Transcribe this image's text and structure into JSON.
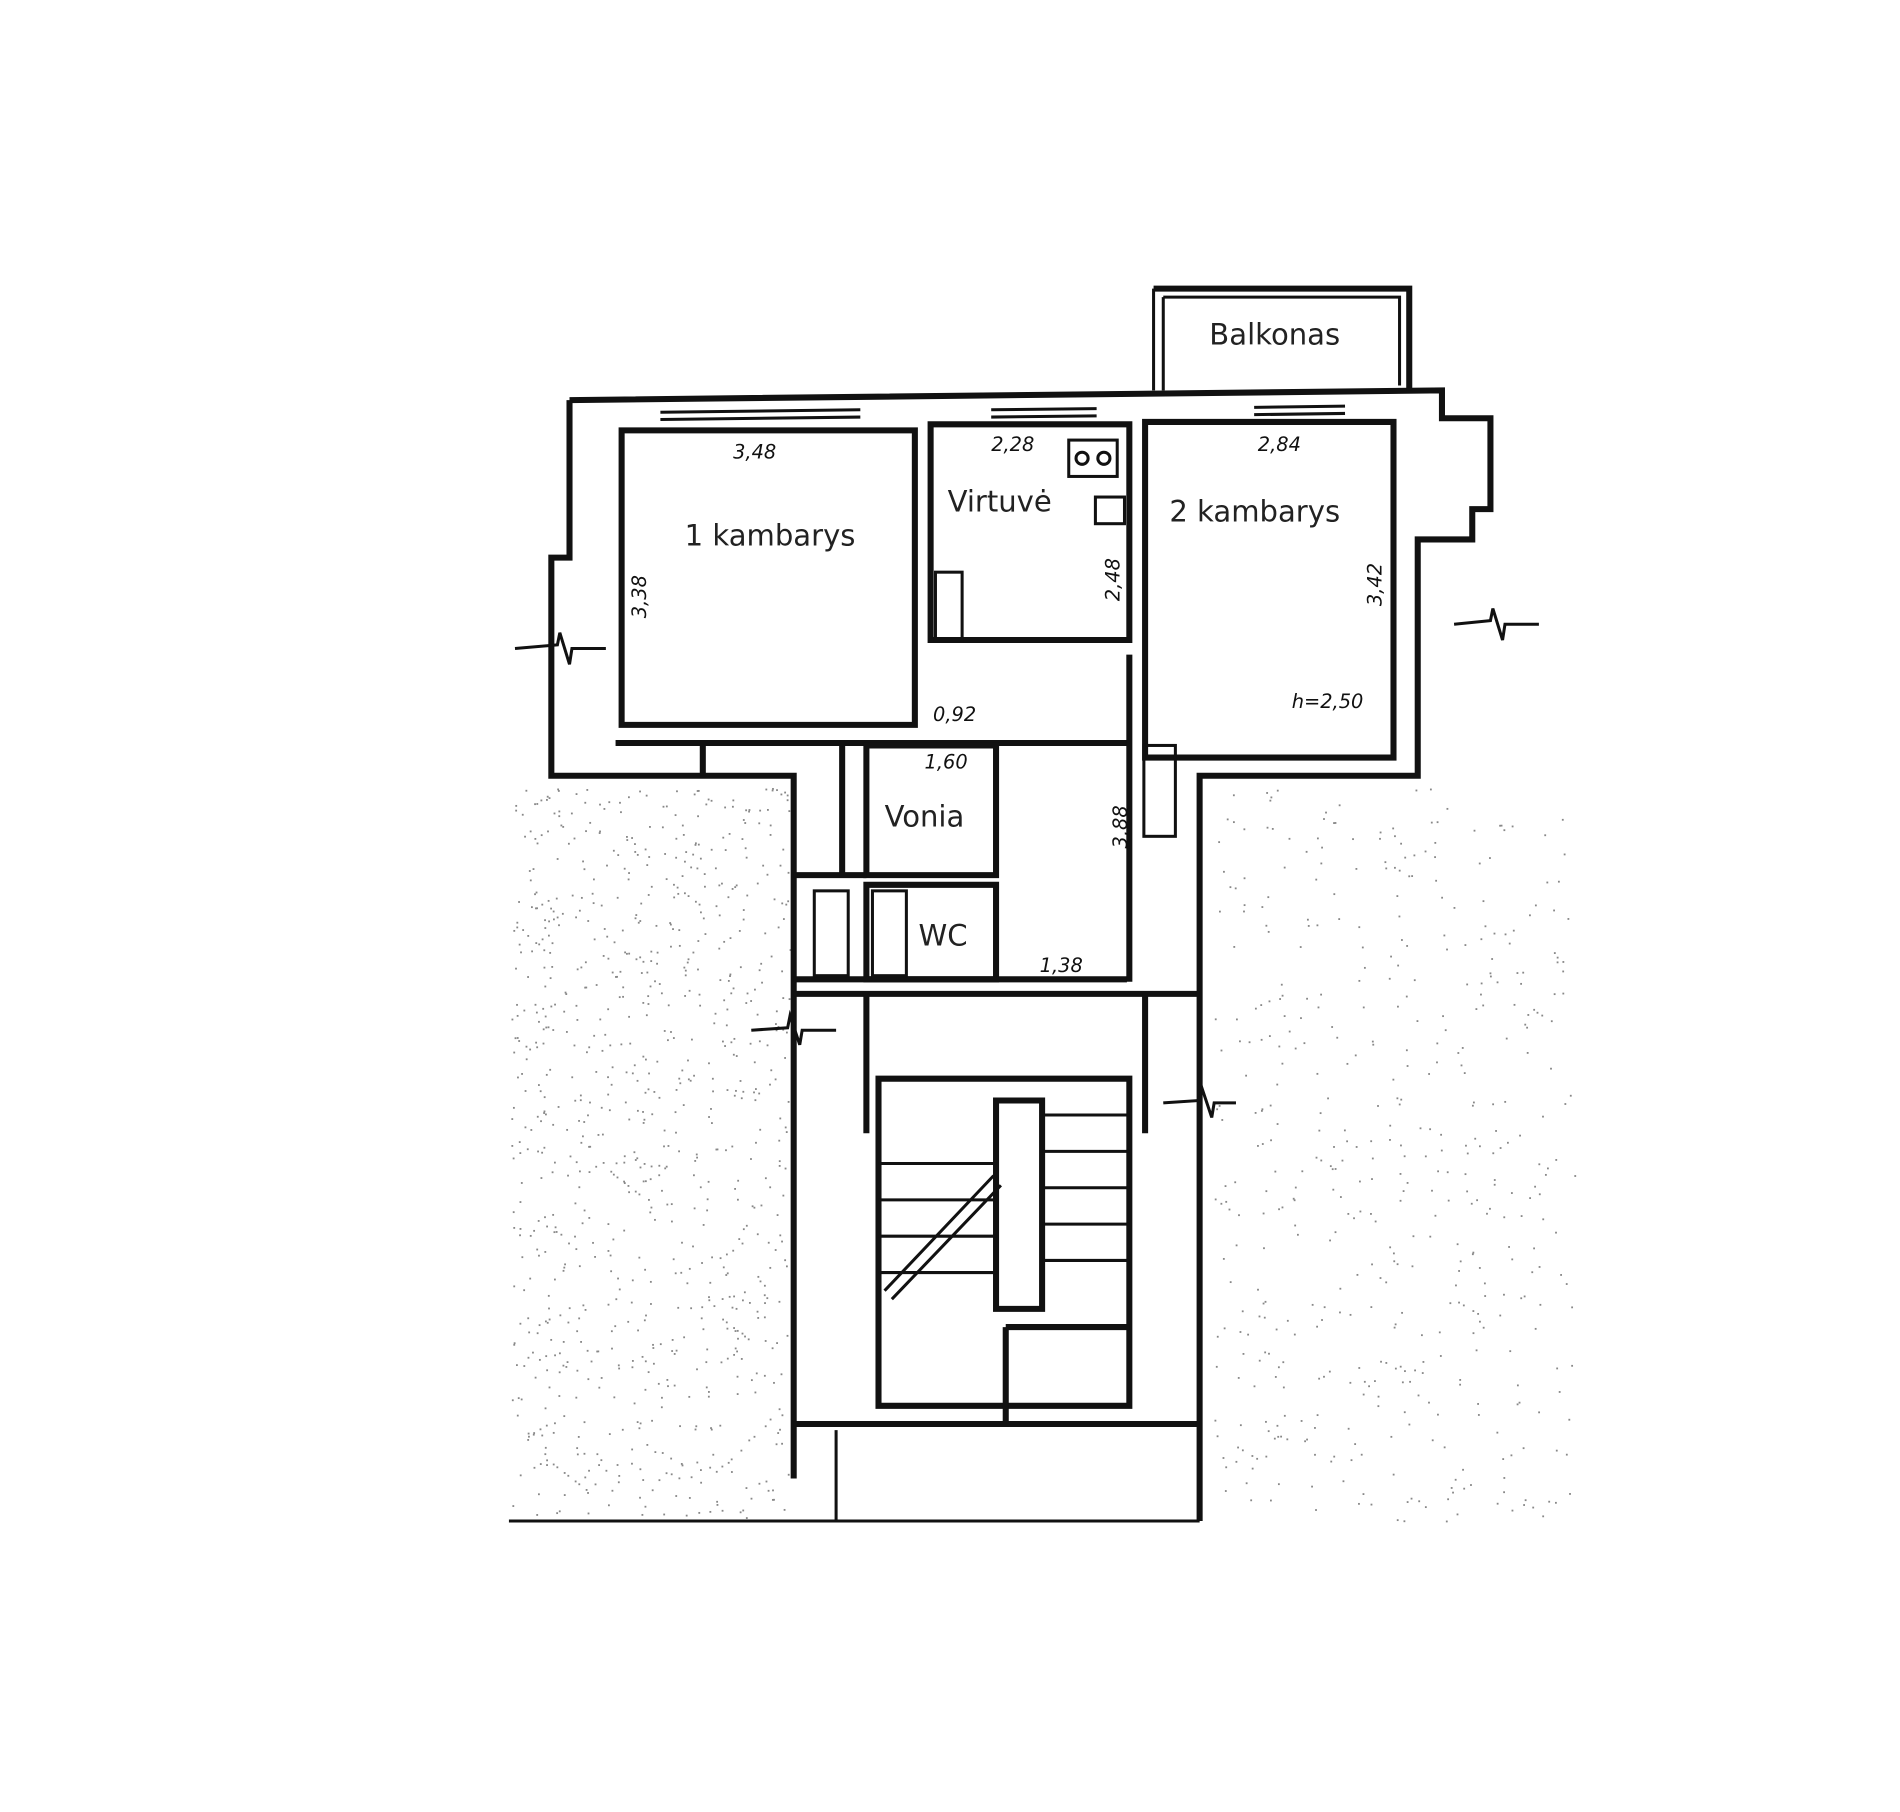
{
  "rooms": {
    "balcony": "Balkonas",
    "room1": "1 kambarys",
    "kitchen": "Virtuvė",
    "room2": "2 kambarys",
    "bath": "Vonia",
    "wc": "WC"
  },
  "dimensions": {
    "room1_width": "3,48",
    "room1_depth": "3,38",
    "kitchen_width": "2,28",
    "kitchen_depth": "2,48",
    "room2_width": "2,84",
    "room2_depth": "3,42",
    "ceiling_height": "h=2,50",
    "hall_opening": "0,92",
    "bath_width": "1,60",
    "hall_length": "3,88",
    "hall_width": "1,38"
  }
}
